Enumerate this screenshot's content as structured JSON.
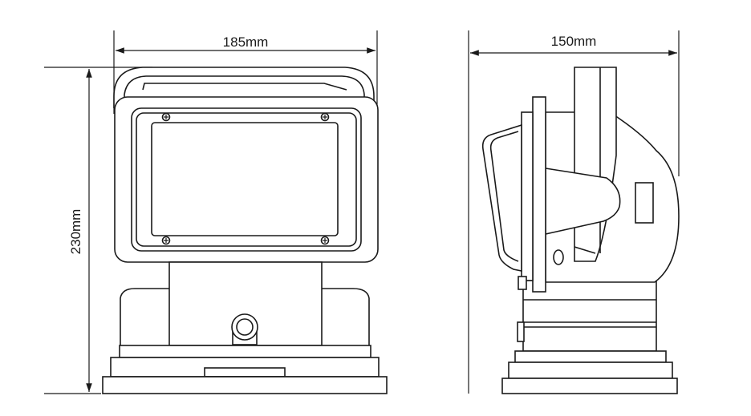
{
  "diagram": {
    "dimensions": {
      "front_width": "185mm",
      "height": "230mm",
      "side_width": "150mm"
    }
  }
}
